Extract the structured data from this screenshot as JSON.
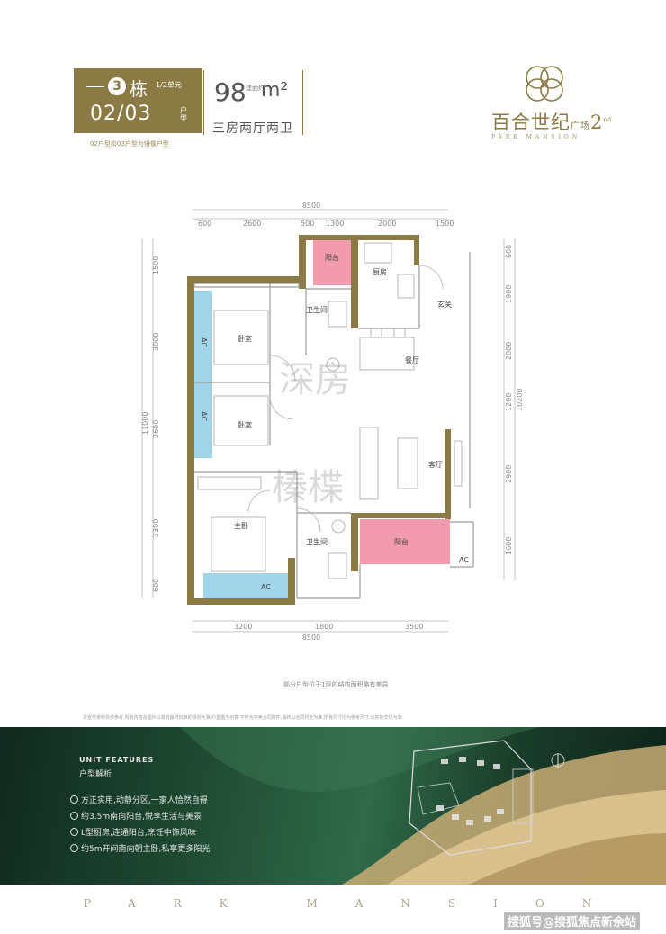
{
  "header": {
    "building_no": "3",
    "building_suffix": "栋",
    "unit_range": "1/2单元",
    "unit_code": "02/03",
    "unit_type_label": "户型",
    "area": "98",
    "area_label": "建面约",
    "area_unit": "m²",
    "layout": "三房两厅两卫",
    "note": "02户型和03户型为镜像户型"
  },
  "logo": {
    "name": "百合世纪",
    "name_small": "广场",
    "name_suffix": "2",
    "name_sup": "nd",
    "english": "PARK MANSION"
  },
  "plan": {
    "top_total": "8500",
    "top_dims": [
      "600",
      "2600",
      "500",
      "1300",
      "2000",
      "1500"
    ],
    "bottom_dims": [
      "3200",
      "1800",
      "3500"
    ],
    "bottom_total": "8500",
    "left_dims": [
      "1500",
      "3000",
      "2600",
      "3300",
      "600"
    ],
    "left_total": "11000",
    "right_dims": [
      "600",
      "1900",
      "2000",
      "1200",
      "2900",
      "1600"
    ],
    "right_total": "10200",
    "rooms": {
      "balcony_small": "阳台",
      "kitchen": "厨房",
      "entrance": "玄关",
      "bath1": "卫生间",
      "bedroom1": "卧室",
      "dining": "餐厅",
      "bedroom2": "卧室",
      "living": "客厅",
      "master": "主卧",
      "bath2": "卫生间",
      "balcony_big": "阳台",
      "ac": "AC"
    },
    "watermark_line1": "深房",
    "watermark_line2": "榛楪",
    "note": "部分户型位于1层的结构面积略有差异"
  },
  "disclaimer": "本宣传资料仅供参考,所有内容及图片以政府最终批准的规划为准,户型图为示意,不作为买卖合同附件,最终以合同约定为准,所有尺寸均为参考尺寸,以实际交付为准",
  "features": {
    "title": "UNIT FEATURES",
    "subtitle": "户型解析",
    "items": [
      "方正实用,动静分区,一家人恰然自得",
      "约3.5m南向阳台,悦享生活与美景",
      "L型厨房,连通阳台,烹饪中饰风味",
      "约5m开间南向朝主卧,私享更多阳光"
    ]
  },
  "footer": {
    "brand_line": "PARK MANSION",
    "credit": "搜狐号@搜狐焦点新余站"
  }
}
